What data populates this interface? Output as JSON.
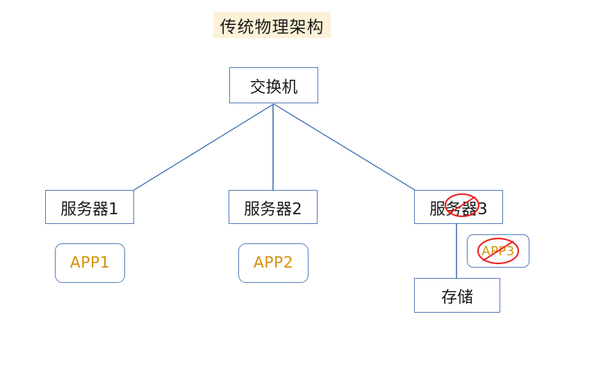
{
  "page": {
    "title": "传统物理架构",
    "background_color": "#ffffff",
    "title_highlight_color": "#fcf2d7",
    "line_color": "#4a76b4",
    "box_border_color": "#4a76b4",
    "app_text_color": "#d4920a",
    "strike_color": "#ee2222",
    "node_text_color": "#1a1a1a"
  },
  "nodes": {
    "switch": {
      "label": "交换机",
      "shape": "rectangle"
    },
    "server1": {
      "label": "服务器1",
      "shape": "rectangle"
    },
    "server2": {
      "label": "服务器2",
      "shape": "rectangle"
    },
    "server3": {
      "label": "服务器3",
      "shape": "rectangle",
      "struck_out": true
    },
    "app1": {
      "label": "APP1",
      "shape": "rounded-rectangle"
    },
    "app2": {
      "label": "APP2",
      "shape": "rounded-rectangle"
    },
    "app3": {
      "label": "APP3",
      "shape": "rounded-rectangle",
      "struck_out": true
    },
    "storage": {
      "label": "存储",
      "shape": "rectangle"
    }
  },
  "edges": [
    {
      "from": "switch",
      "to": "server1"
    },
    {
      "from": "switch",
      "to": "server2"
    },
    {
      "from": "switch",
      "to": "server3"
    },
    {
      "from": "server3",
      "to": "storage"
    }
  ],
  "annotations": [
    {
      "target": "server3",
      "type": "red-cross-out-ellipse"
    },
    {
      "target": "app3",
      "type": "red-cross-out-ellipse"
    }
  ]
}
